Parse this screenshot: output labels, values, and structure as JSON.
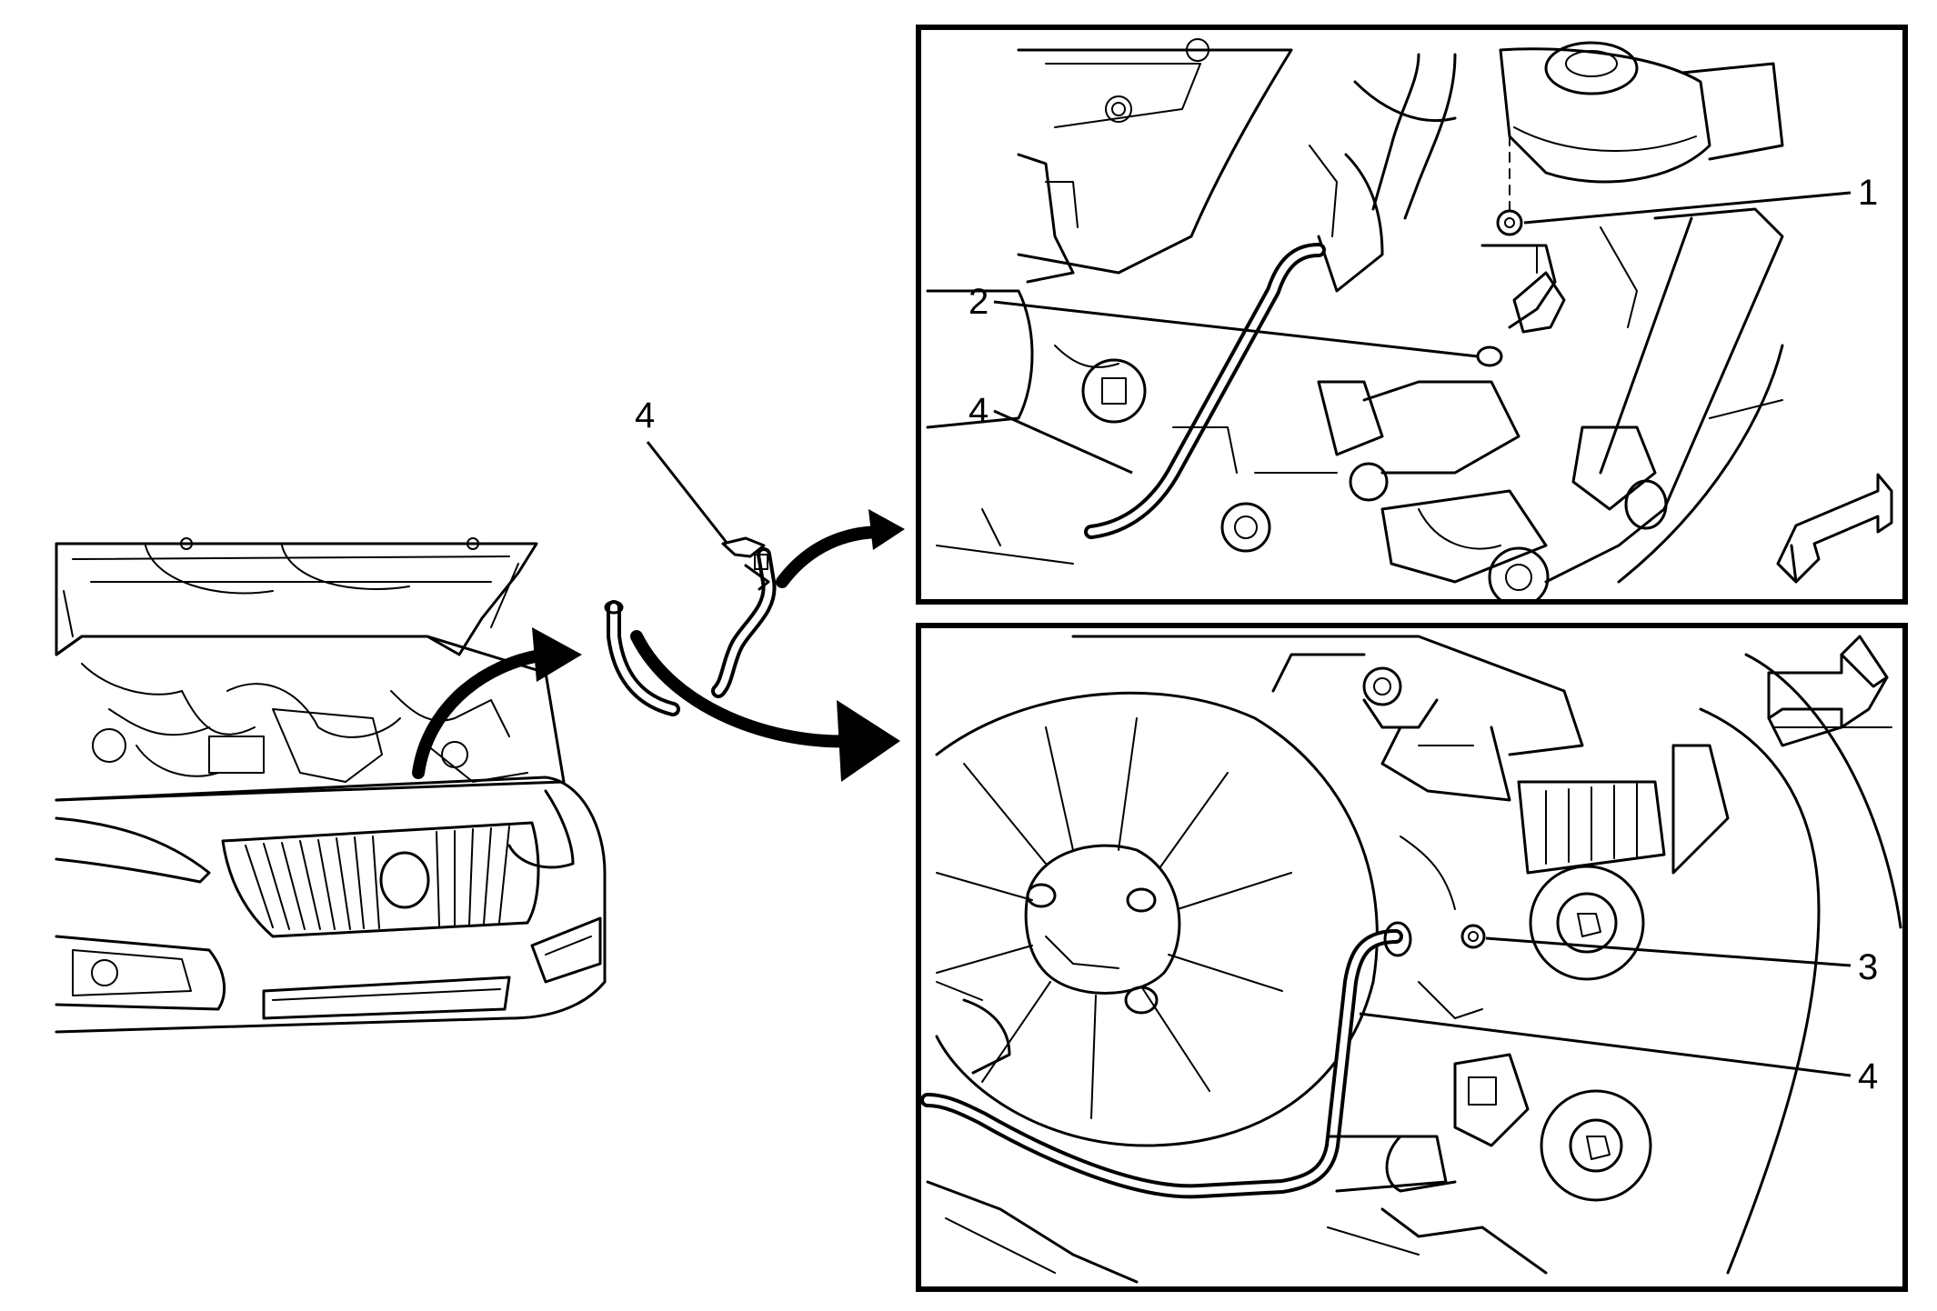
{
  "callouts": {
    "overview_hose": "4",
    "top_nut": "1",
    "top_clip": "2",
    "top_hose": "4",
    "bottom_nut": "3",
    "bottom_hose": "4"
  },
  "icons": {
    "top_direction_arrow": "arrow-front-of-vehicle-icon",
    "bottom_direction_arrow": "arrow-front-of-vehicle-icon"
  },
  "colors": {
    "line": "#000000",
    "background": "#ffffff"
  }
}
